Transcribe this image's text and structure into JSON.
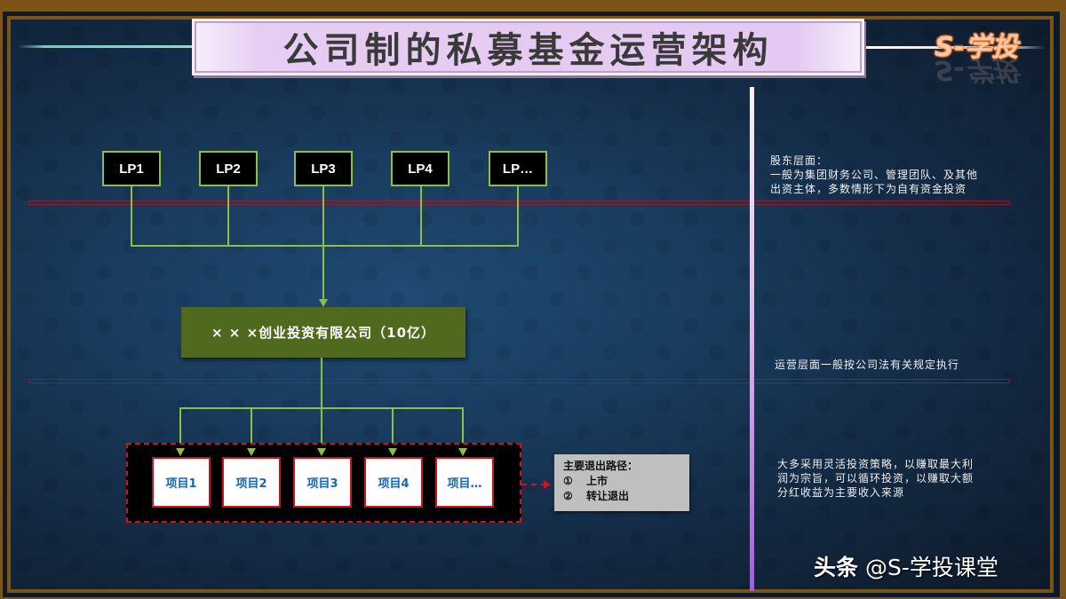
{
  "title": "公司制的私募基金运营架构",
  "logo": "S-学投",
  "lps": [
    {
      "label": "LP1"
    },
    {
      "label": "LP2"
    },
    {
      "label": "LP3"
    },
    {
      "label": "LP4"
    },
    {
      "label": "LP…"
    }
  ],
  "company": {
    "label": "× × ×创业投资有限公司（10亿）"
  },
  "projects": [
    {
      "label": "项目1"
    },
    {
      "label": "项目2"
    },
    {
      "label": "项目3"
    },
    {
      "label": "项目4"
    },
    {
      "label": "项目…"
    }
  ],
  "exit": {
    "title": "主要退出路径：",
    "items": [
      {
        "num": "①",
        "label": "上市"
      },
      {
        "num": "②",
        "label": "转让退出"
      }
    ]
  },
  "notes": {
    "shareholder": {
      "heading": "股东层面：",
      "line1": "一般为集团财务公司、管理团队、及其他",
      "line2": "出资主体，多数情形下为自有资金投资"
    },
    "operation": {
      "line1": "运营层面一般按公司法有关规定执行"
    },
    "investment": {
      "line1": "大多采用灵活投资策略，以赚取最大利",
      "line2": "润为宗旨，可以循环投资，以赚取大额",
      "line3": "分红收益为主要收入来源"
    }
  },
  "watermark": {
    "brand": "头条",
    "handle": "@S-学投课堂"
  },
  "colors": {
    "frame": "#7d5418",
    "connector": "#8ebf3e",
    "company_fill": "#4f6a1f",
    "project_border": "#c8141c",
    "project_text": "#1766b2",
    "band": "#8e1f2a",
    "title_fill": "#e4c9f2"
  }
}
